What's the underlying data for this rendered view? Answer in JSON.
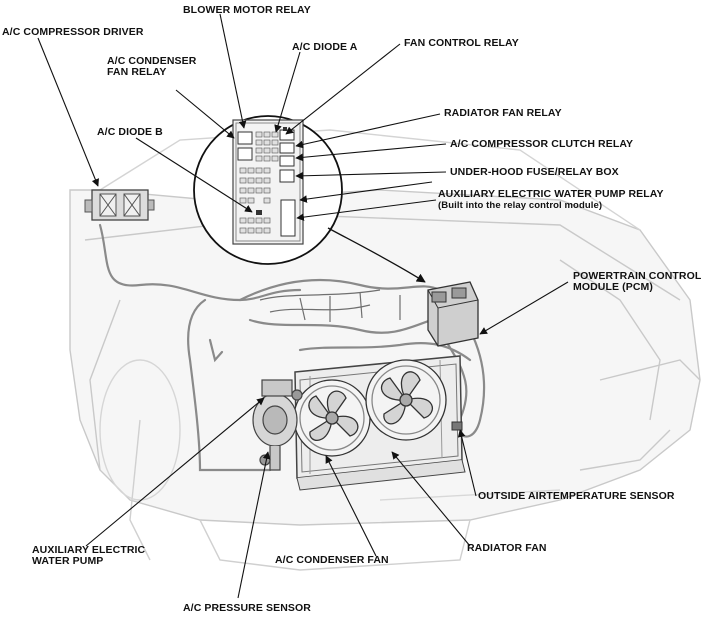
{
  "labels": {
    "blower_motor_relay": "BLOWER MOTOR RELAY",
    "ac_compressor_driver": "A/C COMPRESSOR DRIVER",
    "ac_diode_a": "A/C DIODE A",
    "fan_control_relay": "FAN CONTROL RELAY",
    "ac_condenser_fan_relay": [
      "A/C CONDENSER",
      "FAN RELAY"
    ],
    "radiator_fan_relay": "RADIATOR FAN RELAY",
    "ac_diode_b": "A/C DIODE B",
    "ac_compressor_clutch_relay": "A/C COMPRESSOR CLUTCH RELAY",
    "under_hood_fuse_relay_box": "UNDER-HOOD FUSE/RELAY BOX",
    "aux_water_pump_relay": [
      "AUXILIARY ELECTRIC WATER PUMP RELAY",
      "(Built into the relay control module)"
    ],
    "pcm": [
      "POWERTRAIN CONTROL",
      "MODULE (PCM)"
    ],
    "outside_air_temp_sensor": "OUTSIDE AIRTEMPERATURE SENSOR",
    "aux_water_pump": [
      "AUXILIARY ELECTRIC",
      "WATER PUMP"
    ],
    "radiator_fan": "RADIATOR FAN",
    "ac_condenser_fan": "A/C CONDENSER FAN",
    "ac_pressure_sensor": "A/C PRESSURE SENSOR"
  }
}
